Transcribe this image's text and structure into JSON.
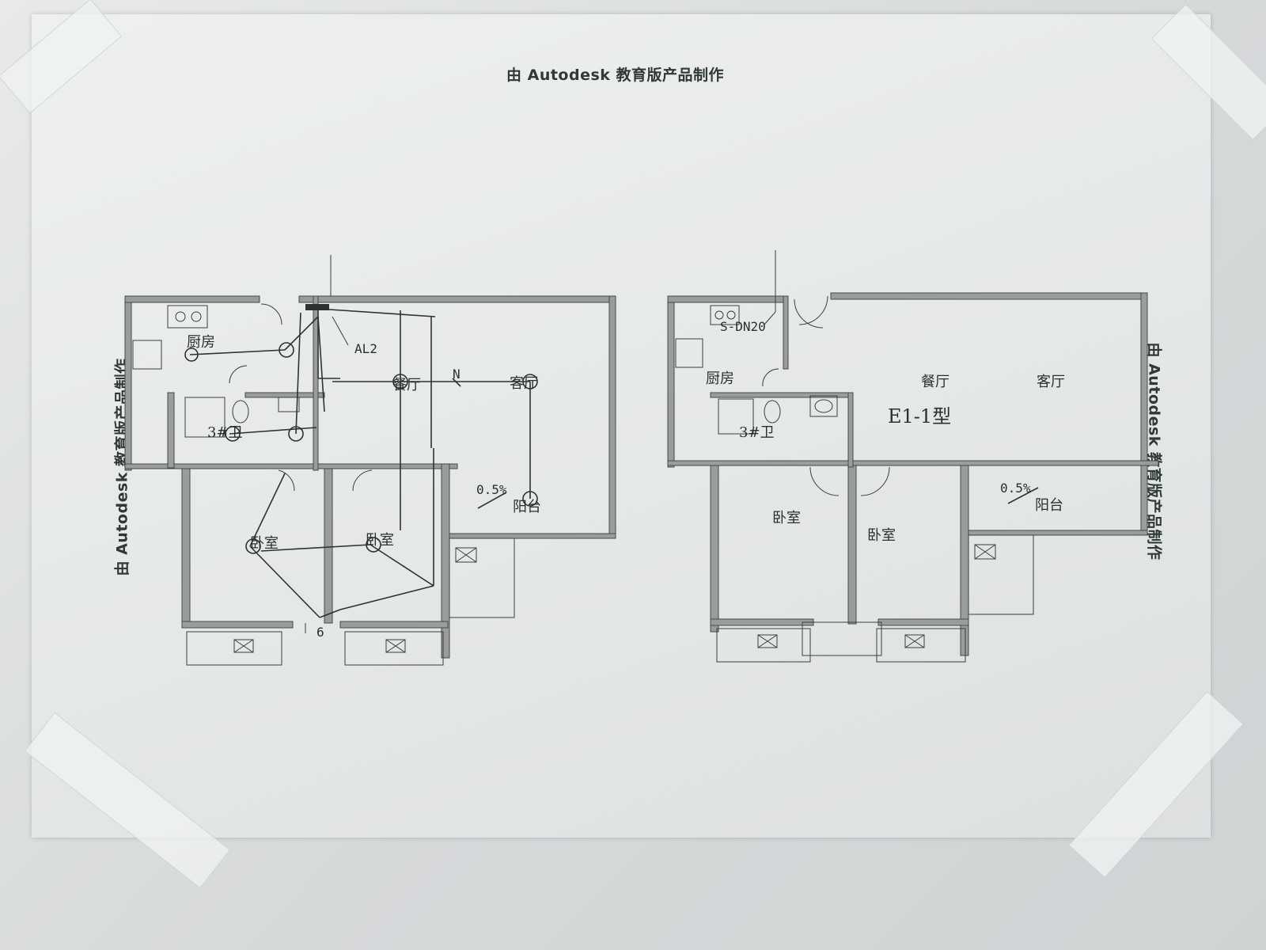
{
  "watermark": {
    "top": "由 Autodesk 教育版产品制作",
    "left": "由 Autodesk 教育版产品制作",
    "right": "由 Autodesk 教育版产品制作"
  },
  "left_plan": {
    "kitchen": "厨房",
    "dining": "餐厅",
    "living": "客厅",
    "balcony": "阳台",
    "bedroom_left": "卧室",
    "bedroom_right": "卧室",
    "bath": "3#卫",
    "panel": "AL2",
    "north": "N",
    "slope": "0.5%",
    "scale_mark": "6"
  },
  "right_plan": {
    "pipe": "S-DN20",
    "kitchen": "厨房",
    "dining": "餐厅",
    "living": "客厅",
    "type": "E1-1型",
    "bath": "3#卫",
    "bedroom_left": "卧室",
    "bedroom_right": "卧室",
    "slope": "0.5%",
    "balcony": "阳台"
  }
}
